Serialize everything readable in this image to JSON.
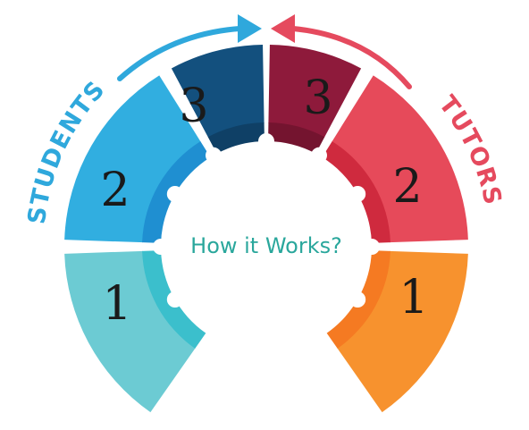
{
  "center_title": "How it Works?",
  "students": {
    "label": "STUDENTS",
    "color": "#2fa8dc",
    "steps": [
      {
        "number": "1",
        "color": "#6ccbd3",
        "ring_color": "#3bbfcc"
      },
      {
        "number": "2",
        "color": "#31aee0",
        "ring_color": "#1f8fd1"
      },
      {
        "number": "3",
        "color": "#13507e",
        "ring_color": "#0f4066"
      }
    ]
  },
  "tutors": {
    "label": "TUTORS",
    "color": "#e54a5e",
    "steps": [
      {
        "number": "1",
        "color": "#f7922e",
        "ring_color": "#f57a22"
      },
      {
        "number": "2",
        "color": "#e64a5a",
        "ring_color": "#cf2a3e"
      },
      {
        "number": "3",
        "color": "#8e1a3b",
        "ring_color": "#74142f"
      }
    ]
  },
  "center_title_color": "#2aa79c"
}
